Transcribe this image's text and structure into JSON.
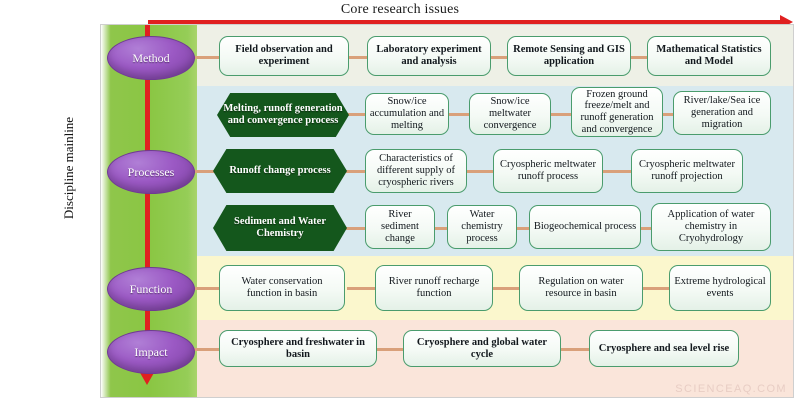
{
  "header": {
    "title": "Core research issues",
    "side_label": "Discipline mainline"
  },
  "watermark": "SCIENCEAQ.COM",
  "colors": {
    "arrow_red": "#e02020",
    "green_column": "#8ac643",
    "ellipse_purple": "#9b59c4",
    "hexagon_green": "#14571c",
    "box_border_green": "#4a9c6d",
    "connector": "#d9a07a",
    "band_method": "#eef0e6",
    "band_processes": "#d8e9ef",
    "band_function": "#fbf7cd",
    "band_impact": "#fae5da"
  },
  "stages": [
    {
      "label": "Method"
    },
    {
      "label": "Processes"
    },
    {
      "label": "Function"
    },
    {
      "label": "Impact"
    }
  ],
  "rows": {
    "method": {
      "boxes": [
        "Field observation and experiment",
        "Laboratory experiment and analysis",
        "Remote Sensing and GIS application",
        "Mathematical Statistics and Model"
      ]
    },
    "processes": [
      {
        "hexagon": "Melting, runoff generation and convergence process",
        "boxes": [
          "Snow/ice accumulation and melting",
          "Snow/ice meltwater convergence",
          "Frozen ground freeze/melt and runoff generation and convergence",
          "River/lake/Sea ice generation and migration"
        ]
      },
      {
        "hexagon": "Runoff change process",
        "boxes": [
          "Characteristics of different supply of cryospheric rivers",
          "Cryospheric meltwater runoff process",
          "Cryospheric meltwater runoff projection"
        ]
      },
      {
        "hexagon": "Sediment and Water Chemistry",
        "boxes": [
          "River sediment change",
          "Water chemistry process",
          "Biogeochemical process",
          "Application of water chemistry in Cryohydrology"
        ]
      }
    ],
    "function": {
      "boxes": [
        "Water conservation function in basin",
        "River runoff recharge function",
        "Regulation on water resource in basin",
        "Extreme hydrological events"
      ]
    },
    "impact": {
      "boxes": [
        "Cryosphere and freshwater in basin",
        "Cryosphere and global water cycle",
        "Cryosphere and sea level rise"
      ]
    }
  }
}
